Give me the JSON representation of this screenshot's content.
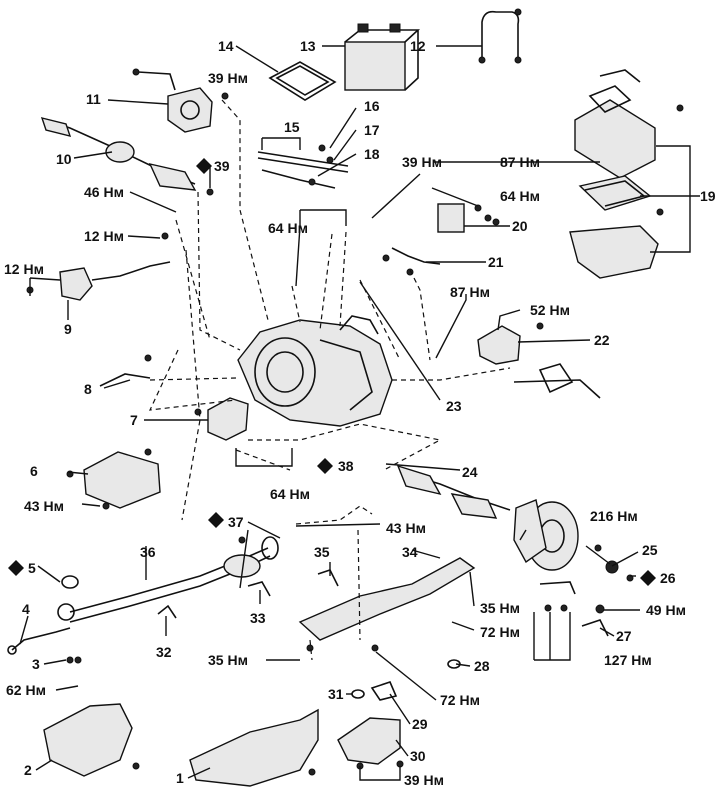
{
  "labels": {
    "l1": "1",
    "l2": "2",
    "l3": "3",
    "l4": "4",
    "l5": "5",
    "l6": "6",
    "l7": "7",
    "l8": "8",
    "l9": "9",
    "l10": "10",
    "l11": "11",
    "l12": "12",
    "l13": "13",
    "l14": "14",
    "l15": "15",
    "l16": "16",
    "l17": "17",
    "l18": "18",
    "l19": "19",
    "l20": "20",
    "l21": "21",
    "l22": "22",
    "l23": "23",
    "l24": "24",
    "l25": "25",
    "l26": "26",
    "l27": "27",
    "l28": "28",
    "l29": "29",
    "l30": "30",
    "l31": "31",
    "l32": "32",
    "l33": "33",
    "l34": "34",
    "l35": "35",
    "l36": "36",
    "l37": "37",
    "l38": "38",
    "l39": "39"
  },
  "torques": {
    "t39a": "39 Нм",
    "t46": "46 Нм",
    "t12a": "12 Нм",
    "t12b": "12 Нм",
    "t64a": "64 Нм",
    "t39b": "39 Нм",
    "t87a": "87 Нм",
    "t64b": "64 Нм",
    "t87b": "87 Нм",
    "t52": "52 Нм",
    "t43a": "43 Нм",
    "t64c": "64 Нм",
    "t43b": "43 Нм",
    "t216": "216 Нм",
    "t35a": "35 Нм",
    "t72a": "72 Нм",
    "t49": "49 Нм",
    "t62": "62 Нм",
    "t35b": "35 Нм",
    "t72b": "72 Нм",
    "t127": "127 Нм",
    "t39c": "39 Нм"
  }
}
